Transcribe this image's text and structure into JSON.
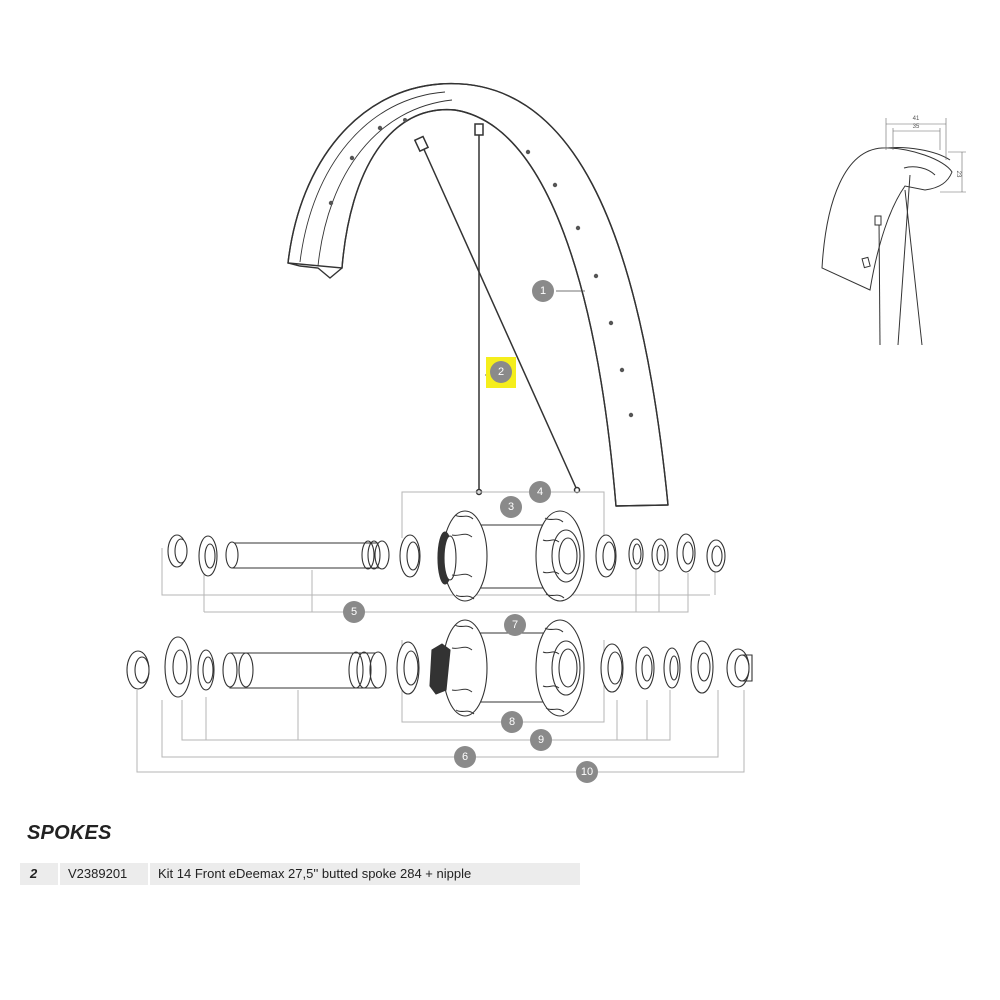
{
  "callouts": [
    {
      "id": "1",
      "label": "1",
      "highlighted": false
    },
    {
      "id": "2",
      "label": "2",
      "highlighted": true
    },
    {
      "id": "3",
      "label": "3",
      "highlighted": false
    },
    {
      "id": "4",
      "label": "4",
      "highlighted": false
    },
    {
      "id": "5",
      "label": "5",
      "highlighted": false
    },
    {
      "id": "6",
      "label": "6",
      "highlighted": false
    },
    {
      "id": "7",
      "label": "7",
      "highlighted": false
    },
    {
      "id": "8",
      "label": "8",
      "highlighted": false
    },
    {
      "id": "9",
      "label": "9",
      "highlighted": false
    },
    {
      "id": "10",
      "label": "10",
      "highlighted": false
    }
  ],
  "dimensions": {
    "outer": "41",
    "inner": "35",
    "height": "23"
  },
  "section": {
    "title": "SPOKES"
  },
  "parts": [
    {
      "number": "2",
      "reference": "V2389201",
      "description": "Kit 14 Front eDeemax 27,5'' butted spoke 284 + nipple"
    }
  ],
  "colors": {
    "callout_fill": "#8a8a8a",
    "highlight": "#f5ee1c",
    "line": "#333333",
    "guide_line": "#b5b5b5",
    "row_background": "#ececec"
  }
}
